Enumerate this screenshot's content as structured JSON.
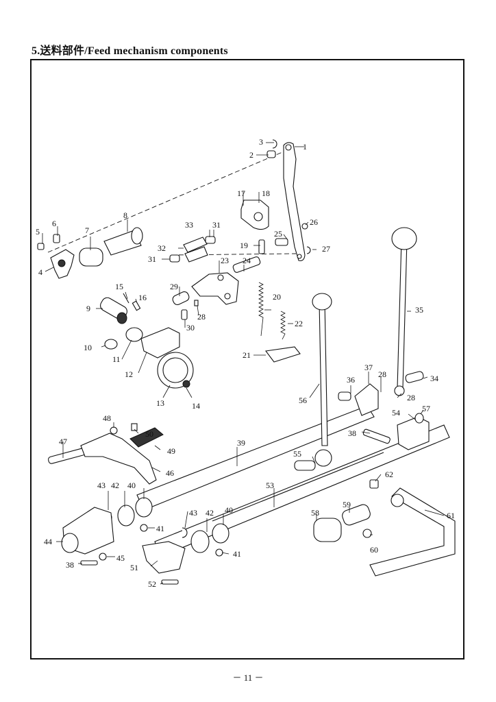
{
  "page": {
    "title": "5.送料部件/Feed  mechanism  components",
    "page_number": "－ 11 －"
  },
  "diagram": {
    "labels": [
      {
        "id": "l1",
        "text": "1"
      },
      {
        "id": "l2",
        "text": "2"
      },
      {
        "id": "l3",
        "text": "3"
      },
      {
        "id": "l4",
        "text": "4"
      },
      {
        "id": "l5",
        "text": "5"
      },
      {
        "id": "l6",
        "text": "6"
      },
      {
        "id": "l7",
        "text": "7"
      },
      {
        "id": "l8",
        "text": "8"
      },
      {
        "id": "l9",
        "text": "9"
      },
      {
        "id": "l10",
        "text": "10"
      },
      {
        "id": "l11",
        "text": "11"
      },
      {
        "id": "l12",
        "text": "12"
      },
      {
        "id": "l13",
        "text": "13"
      },
      {
        "id": "l14",
        "text": "14"
      },
      {
        "id": "l15",
        "text": "15"
      },
      {
        "id": "l16",
        "text": "16"
      },
      {
        "id": "l17",
        "text": "17"
      },
      {
        "id": "l18",
        "text": "18"
      },
      {
        "id": "l19",
        "text": "19"
      },
      {
        "id": "l20",
        "text": "20"
      },
      {
        "id": "l21",
        "text": "21"
      },
      {
        "id": "l22",
        "text": "22"
      },
      {
        "id": "l23",
        "text": "23"
      },
      {
        "id": "l24",
        "text": "24"
      },
      {
        "id": "l25",
        "text": "25"
      },
      {
        "id": "l26",
        "text": "26"
      },
      {
        "id": "l27",
        "text": "27"
      },
      {
        "id": "l28a",
        "text": "28"
      },
      {
        "id": "l28b",
        "text": "28"
      },
      {
        "id": "l28c",
        "text": "28"
      },
      {
        "id": "l29",
        "text": "29"
      },
      {
        "id": "l30",
        "text": "30"
      },
      {
        "id": "l31a",
        "text": "31"
      },
      {
        "id": "l31b",
        "text": "31"
      },
      {
        "id": "l32",
        "text": "32"
      },
      {
        "id": "l33",
        "text": "33"
      },
      {
        "id": "l34",
        "text": "34"
      },
      {
        "id": "l35",
        "text": "35"
      },
      {
        "id": "l36",
        "text": "36"
      },
      {
        "id": "l37",
        "text": "37"
      },
      {
        "id": "l38a",
        "text": "38"
      },
      {
        "id": "l38b",
        "text": "38"
      },
      {
        "id": "l39",
        "text": "39"
      },
      {
        "id": "l40a",
        "text": "40"
      },
      {
        "id": "l40b",
        "text": "40"
      },
      {
        "id": "l41a",
        "text": "41"
      },
      {
        "id": "l41b",
        "text": "41"
      },
      {
        "id": "l42a",
        "text": "42"
      },
      {
        "id": "l42b",
        "text": "42"
      },
      {
        "id": "l43a",
        "text": "43"
      },
      {
        "id": "l43b",
        "text": "43"
      },
      {
        "id": "l44",
        "text": "44"
      },
      {
        "id": "l45",
        "text": "45"
      },
      {
        "id": "l46",
        "text": "46"
      },
      {
        "id": "l47",
        "text": "47"
      },
      {
        "id": "l48",
        "text": "48"
      },
      {
        "id": "l49",
        "text": "49"
      },
      {
        "id": "l50",
        "text": "50"
      },
      {
        "id": "l51",
        "text": "51"
      },
      {
        "id": "l52",
        "text": "52"
      },
      {
        "id": "l53",
        "text": "53"
      },
      {
        "id": "l54",
        "text": "54"
      },
      {
        "id": "l55",
        "text": "55"
      },
      {
        "id": "l56",
        "text": "56"
      },
      {
        "id": "l57",
        "text": "57"
      },
      {
        "id": "l58",
        "text": "58"
      },
      {
        "id": "l59",
        "text": "59"
      },
      {
        "id": "l60",
        "text": "60"
      },
      {
        "id": "l61",
        "text": "61"
      },
      {
        "id": "l62",
        "text": "62"
      }
    ]
  }
}
